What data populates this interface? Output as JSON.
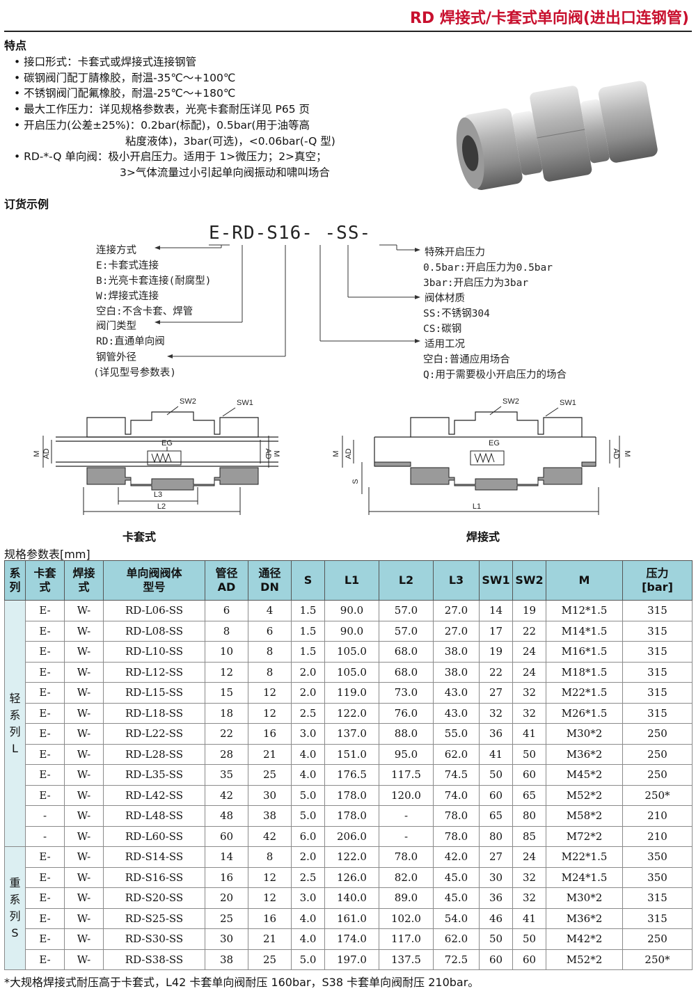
{
  "header": {
    "title": "RD 焊接式/卡套式单向阀(进出口连钢管)"
  },
  "features": {
    "heading": "特点",
    "items": [
      "接口形式：卡套式或焊接式连接钢管",
      "碳钢阀门配丁腈橡胶，耐温-35℃～+100℃",
      "不锈钢阀门配氟橡胶，耐温-25℃～+180℃",
      "最大工作压力：详见规格参数表，光亮卡套耐压详见 P65 页",
      "开启压力(公差±25%)：0.2bar(标配)，0.5bar(用于油等高",
      "RD-*-Q 单向阀：极小开启压力。适用于 1>微压力；2>真空；"
    ],
    "item5_cont": "粘度液体)，3bar(可选)，<0.06bar(-Q 型)",
    "item6_cont": "3>气体流量过小引起单向阀振动和啸叫场合"
  },
  "order": {
    "heading": "订货示例",
    "code": "E-RD-S16- -SS-",
    "left": [
      "连接方式",
      "E:卡套式连接",
      "B:光亮卡套连接(耐腐型)",
      "W:焊接式连接",
      "空白:不含卡套、焊管",
      "阀门类型",
      "RD:直通单向阀",
      "钢管外径",
      "(详见型号参数表)"
    ],
    "right": [
      "特殊开启压力",
      "0.5bar:开启压力为0.5bar",
      "3bar:开启压力为3bar",
      "阀体材质",
      "SS:不锈钢304",
      "CS:碳钢",
      "适用工况",
      "空白:普通应用场合",
      "Q:用于需要极小开启压力的场合"
    ]
  },
  "diagram": {
    "left_caption": "卡套式",
    "right_caption": "焊接式",
    "labels": {
      "sw1": "SW1",
      "sw2": "SW2",
      "eg": "EG",
      "m": "M",
      "ad": "AD",
      "s": "S",
      "l1": "L1",
      "l2": "L2",
      "l3": "L3"
    }
  },
  "spec": {
    "heading": "规格参数表[mm]",
    "columns": [
      "系列",
      "卡套式",
      "焊接式",
      "单向阀阀体型号",
      "管径AD",
      "通径DN",
      "S",
      "L1",
      "L2",
      "L3",
      "SW1",
      "SW2",
      "M",
      "压力[bar]"
    ],
    "groups": [
      {
        "name": "轻系列L",
        "rows": [
          [
            "E-",
            "W-",
            "RD-L06-SS",
            "6",
            "4",
            "1.5",
            "90.0",
            "57.0",
            "27.0",
            "14",
            "19",
            "M12*1.5",
            "315"
          ],
          [
            "E-",
            "W-",
            "RD-L08-SS",
            "8",
            "6",
            "1.5",
            "90.0",
            "57.0",
            "27.0",
            "17",
            "22",
            "M14*1.5",
            "315"
          ],
          [
            "E-",
            "W-",
            "RD-L10-SS",
            "10",
            "8",
            "1.5",
            "105.0",
            "68.0",
            "38.0",
            "19",
            "24",
            "M16*1.5",
            "315"
          ],
          [
            "E-",
            "W-",
            "RD-L12-SS",
            "12",
            "8",
            "2.0",
            "105.0",
            "68.0",
            "38.0",
            "22",
            "24",
            "M18*1.5",
            "315"
          ],
          [
            "E-",
            "W-",
            "RD-L15-SS",
            "15",
            "12",
            "2.0",
            "119.0",
            "73.0",
            "43.0",
            "27",
            "32",
            "M22*1.5",
            "315"
          ],
          [
            "E-",
            "W-",
            "RD-L18-SS",
            "18",
            "12",
            "2.5",
            "122.0",
            "76.0",
            "43.0",
            "32",
            "32",
            "M26*1.5",
            "315"
          ],
          [
            "E-",
            "W-",
            "RD-L22-SS",
            "22",
            "16",
            "3.0",
            "137.0",
            "88.0",
            "55.0",
            "36",
            "41",
            "M30*2",
            "250"
          ],
          [
            "E-",
            "W-",
            "RD-L28-SS",
            "28",
            "21",
            "4.0",
            "151.0",
            "95.0",
            "62.0",
            "41",
            "50",
            "M36*2",
            "250"
          ],
          [
            "E-",
            "W-",
            "RD-L35-SS",
            "35",
            "25",
            "4.0",
            "176.5",
            "117.5",
            "74.5",
            "50",
            "60",
            "M45*2",
            "250"
          ],
          [
            "E-",
            "W-",
            "RD-L42-SS",
            "42",
            "30",
            "5.0",
            "178.0",
            "120.0",
            "74.0",
            "60",
            "65",
            "M52*2",
            "250*"
          ],
          [
            "-",
            "W-",
            "RD-L48-SS",
            "48",
            "38",
            "5.0",
            "178.0",
            "-",
            "78.0",
            "65",
            "80",
            "M58*2",
            "210"
          ],
          [
            "-",
            "W-",
            "RD-L60-SS",
            "60",
            "42",
            "6.0",
            "206.0",
            "-",
            "78.0",
            "80",
            "85",
            "M72*2",
            "210"
          ]
        ]
      },
      {
        "name": "重系列S",
        "rows": [
          [
            "E-",
            "W-",
            "RD-S14-SS",
            "14",
            "8",
            "2.0",
            "122.0",
            "78.0",
            "42.0",
            "27",
            "24",
            "M22*1.5",
            "350"
          ],
          [
            "E-",
            "W-",
            "RD-S16-SS",
            "16",
            "12",
            "2.5",
            "126.0",
            "82.0",
            "45.0",
            "30",
            "32",
            "M24*1.5",
            "350"
          ],
          [
            "E-",
            "W-",
            "RD-S20-SS",
            "20",
            "12",
            "3.0",
            "140.0",
            "89.0",
            "45.0",
            "36",
            "32",
            "M30*2",
            "315"
          ],
          [
            "E-",
            "W-",
            "RD-S25-SS",
            "25",
            "16",
            "4.0",
            "161.0",
            "102.0",
            "54.0",
            "46",
            "41",
            "M36*2",
            "315"
          ],
          [
            "E-",
            "W-",
            "RD-S30-SS",
            "30",
            "21",
            "4.0",
            "174.0",
            "117.0",
            "62.0",
            "50",
            "50",
            "M42*2",
            "250"
          ],
          [
            "E-",
            "W-",
            "RD-S38-SS",
            "38",
            "25",
            "5.0",
            "197.0",
            "137.5",
            "72.5",
            "60",
            "60",
            "M52*2",
            "250*"
          ]
        ]
      }
    ],
    "footnote": "*大规格焊接式耐压高于卡套式，L42 卡套单向阀耐压 160bar，S38 卡套单向阀耐压 210bar。"
  },
  "colors": {
    "title": "#c8102e",
    "table_header": "#9fd3dc",
    "group_cell": "#dceff2"
  }
}
